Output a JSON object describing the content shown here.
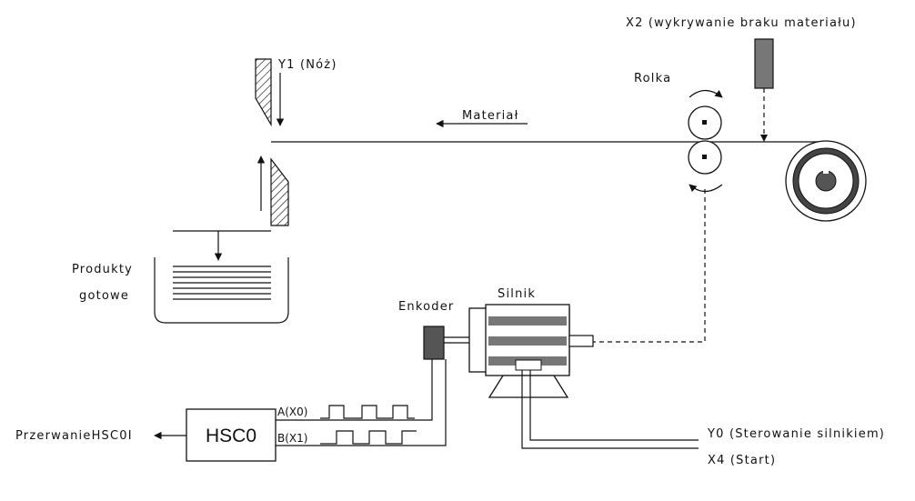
{
  "labels": {
    "sensor": "X2 (wykrywanie braku materiału)",
    "roller": "Rolka",
    "knife": "Y1 (Nóż)",
    "material": "Materiał",
    "products_line1": "Produkty",
    "products_line2": "gotowe",
    "encoder": "Enkoder",
    "motor": "Silnik",
    "counter": "HSC0",
    "interrupt": "PrzerwanieHSC0I",
    "channel_a": "A(X0)",
    "channel_b": "B(X1)",
    "output_y0": "Y0 (Sterowanie silnikiem)",
    "input_x4": "X4 (Start)"
  },
  "colors": {
    "line": "#111111",
    "fill_gray": "#777777",
    "fill_dark": "#555555",
    "wheel_ring": "#444444",
    "background": "#ffffff"
  }
}
